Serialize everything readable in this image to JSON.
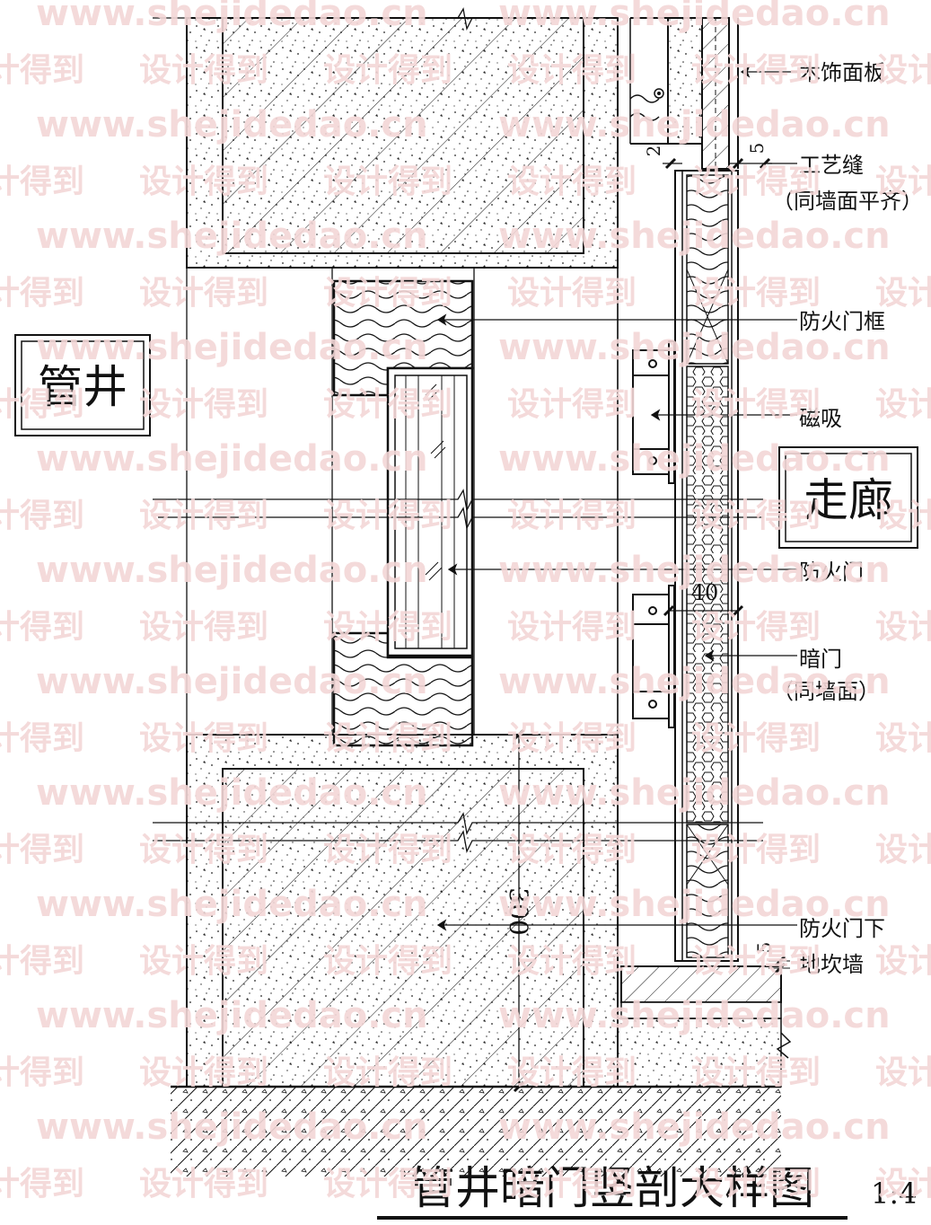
{
  "watermark": {
    "url_text": "www.shejidedao.cn",
    "cn_text": "设计得到",
    "color": "#f3d7d7"
  },
  "drawing": {
    "title": "管井暗门竖剖大样图",
    "scale": "1:4",
    "room_left": "管井",
    "room_right": "走廊",
    "dimensions": {
      "gap_top_left": "2",
      "gap_top_right": "5",
      "door_thickness": "40",
      "bottom_height": "300",
      "bottom_gap": "5"
    },
    "labels": [
      {
        "id": "wood-panel",
        "text": "木饰面板"
      },
      {
        "id": "craft-joint",
        "text": "工艺缝"
      },
      {
        "id": "craft-joint-note",
        "text": "（同墙面平齐）"
      },
      {
        "id": "fire-door-frame",
        "text": "防火门框"
      },
      {
        "id": "magnetic-catch",
        "text": "磁吸"
      },
      {
        "id": "fire-door",
        "text": "防火门"
      },
      {
        "id": "hidden-door",
        "text": "暗门"
      },
      {
        "id": "hidden-door-note",
        "text": "（同墙面）"
      },
      {
        "id": "fire-door-bottom",
        "text": "防火门下"
      },
      {
        "id": "curb-wall",
        "text": "地坎墙"
      }
    ]
  },
  "colors": {
    "line": "#111111",
    "background": "#ffffff"
  }
}
